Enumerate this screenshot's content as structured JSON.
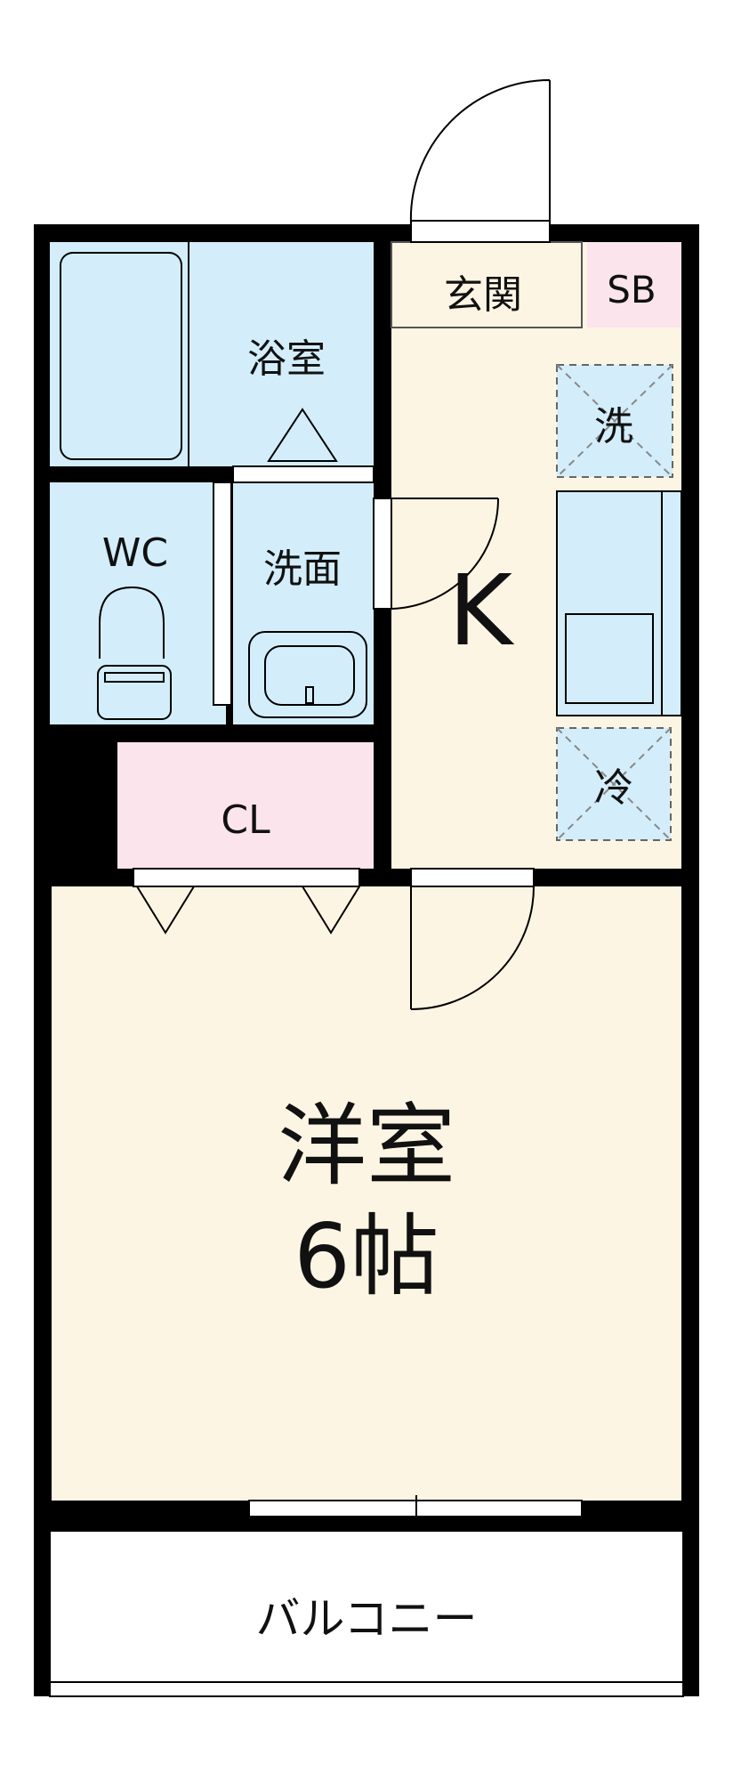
{
  "rooms": {
    "bathroom": "浴室",
    "toilet": "WC",
    "washroom": "洗面",
    "closet": "CL",
    "entrance": "玄関",
    "shoe_box": "SB",
    "washer": "洗",
    "kitchen": "K",
    "fridge": "冷",
    "western_room": "洋室",
    "western_room_size": "6帖",
    "balcony": "バルコニー"
  },
  "colors": {
    "wall": "#000000",
    "wet_area": "#d3eefa",
    "living_floor": "#fdf5e3",
    "closet_pink": "#fbe4ec",
    "balcony": "#ffffff"
  }
}
